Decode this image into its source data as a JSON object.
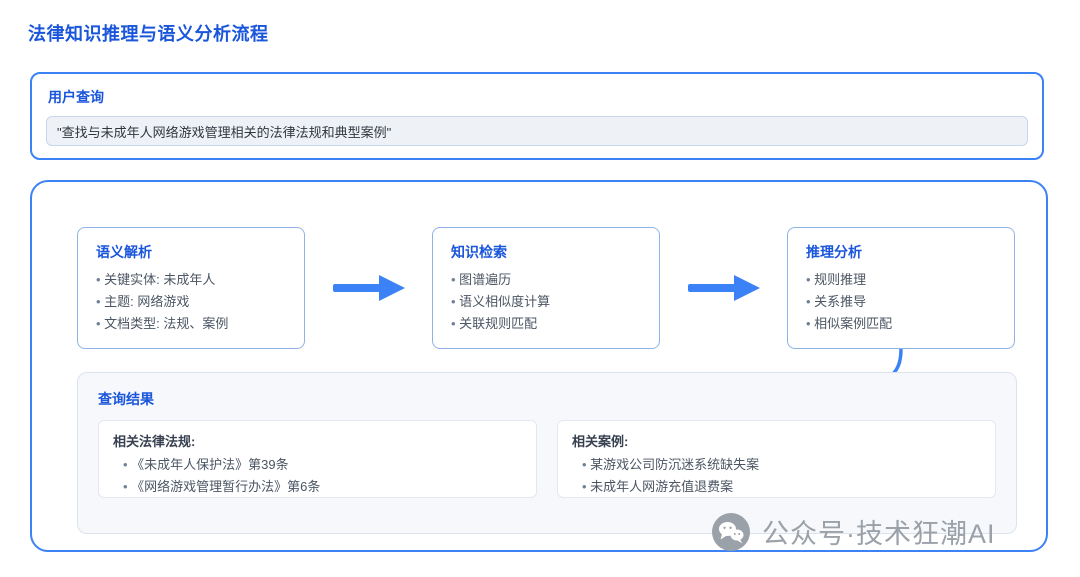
{
  "page": {
    "title": "法律知识推理与语义分析流程"
  },
  "user_query": {
    "label": "用户查询",
    "value": "\"查找与未成年人网络游戏管理相关的法律法规和典型案例\""
  },
  "flow": {
    "steps": [
      {
        "title": "语义解析",
        "items": [
          "关键实体: 未成年人",
          "主题: 网络游戏",
          "文档类型: 法规、案例"
        ]
      },
      {
        "title": "知识检索",
        "items": [
          "图谱遍历",
          "语义相似度计算",
          "关联规则匹配"
        ]
      },
      {
        "title": "推理分析",
        "items": [
          "规则推理",
          "关系推导",
          "相似案例匹配"
        ]
      }
    ],
    "result": {
      "title": "查询结果",
      "groups": [
        {
          "label": "相关法律法规:",
          "items": [
            "《未成年人保护法》第39条",
            "《网络游戏管理暂行办法》第6条"
          ]
        },
        {
          "label": "相关案例:",
          "items": [
            "某游戏公司防沉迷系统缺失案",
            "未成年人网游充值退费案"
          ]
        }
      ]
    }
  },
  "watermark": {
    "text": "公众号·技术狂潮AI"
  },
  "colors": {
    "accent": "#3b82f6",
    "title_blue": "#1a56db",
    "text_dark": "#374151",
    "text_muted": "#4b5563",
    "result_bg": "#f6f8fb",
    "watermark_gray": "#9ba1a8"
  }
}
